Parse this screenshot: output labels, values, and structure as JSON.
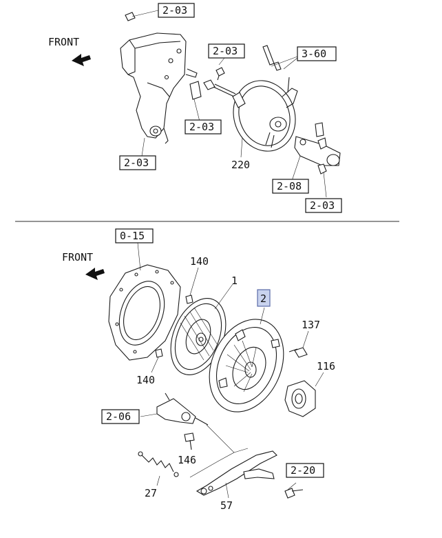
{
  "top_section": {
    "front_label": "FRONT",
    "callouts": {
      "bracket_top": "2-03",
      "switch": "2-03",
      "hose": "3-60",
      "pedal_clip": "2-03",
      "bracket_bottom": "2-03",
      "booster": "220",
      "master_cyl": "2-08",
      "mc_nut": "2-03"
    }
  },
  "bottom_section": {
    "front_label": "FRONT",
    "callouts": {
      "flywheel": "0-15",
      "dowel_top": "140",
      "disc": "1",
      "cover": "2",
      "bolt": "137",
      "bearing": "116",
      "dowel_bottom": "140",
      "slave_cyl": "2-06",
      "bolt_146": "146",
      "spring": "27",
      "fork": "57",
      "pivot": "2-20"
    }
  },
  "colors": {
    "line": "#1a1a1a",
    "highlight_fill": "#c9d3ee",
    "highlight_stroke": "#5a6aa8",
    "divider": "#555555"
  }
}
